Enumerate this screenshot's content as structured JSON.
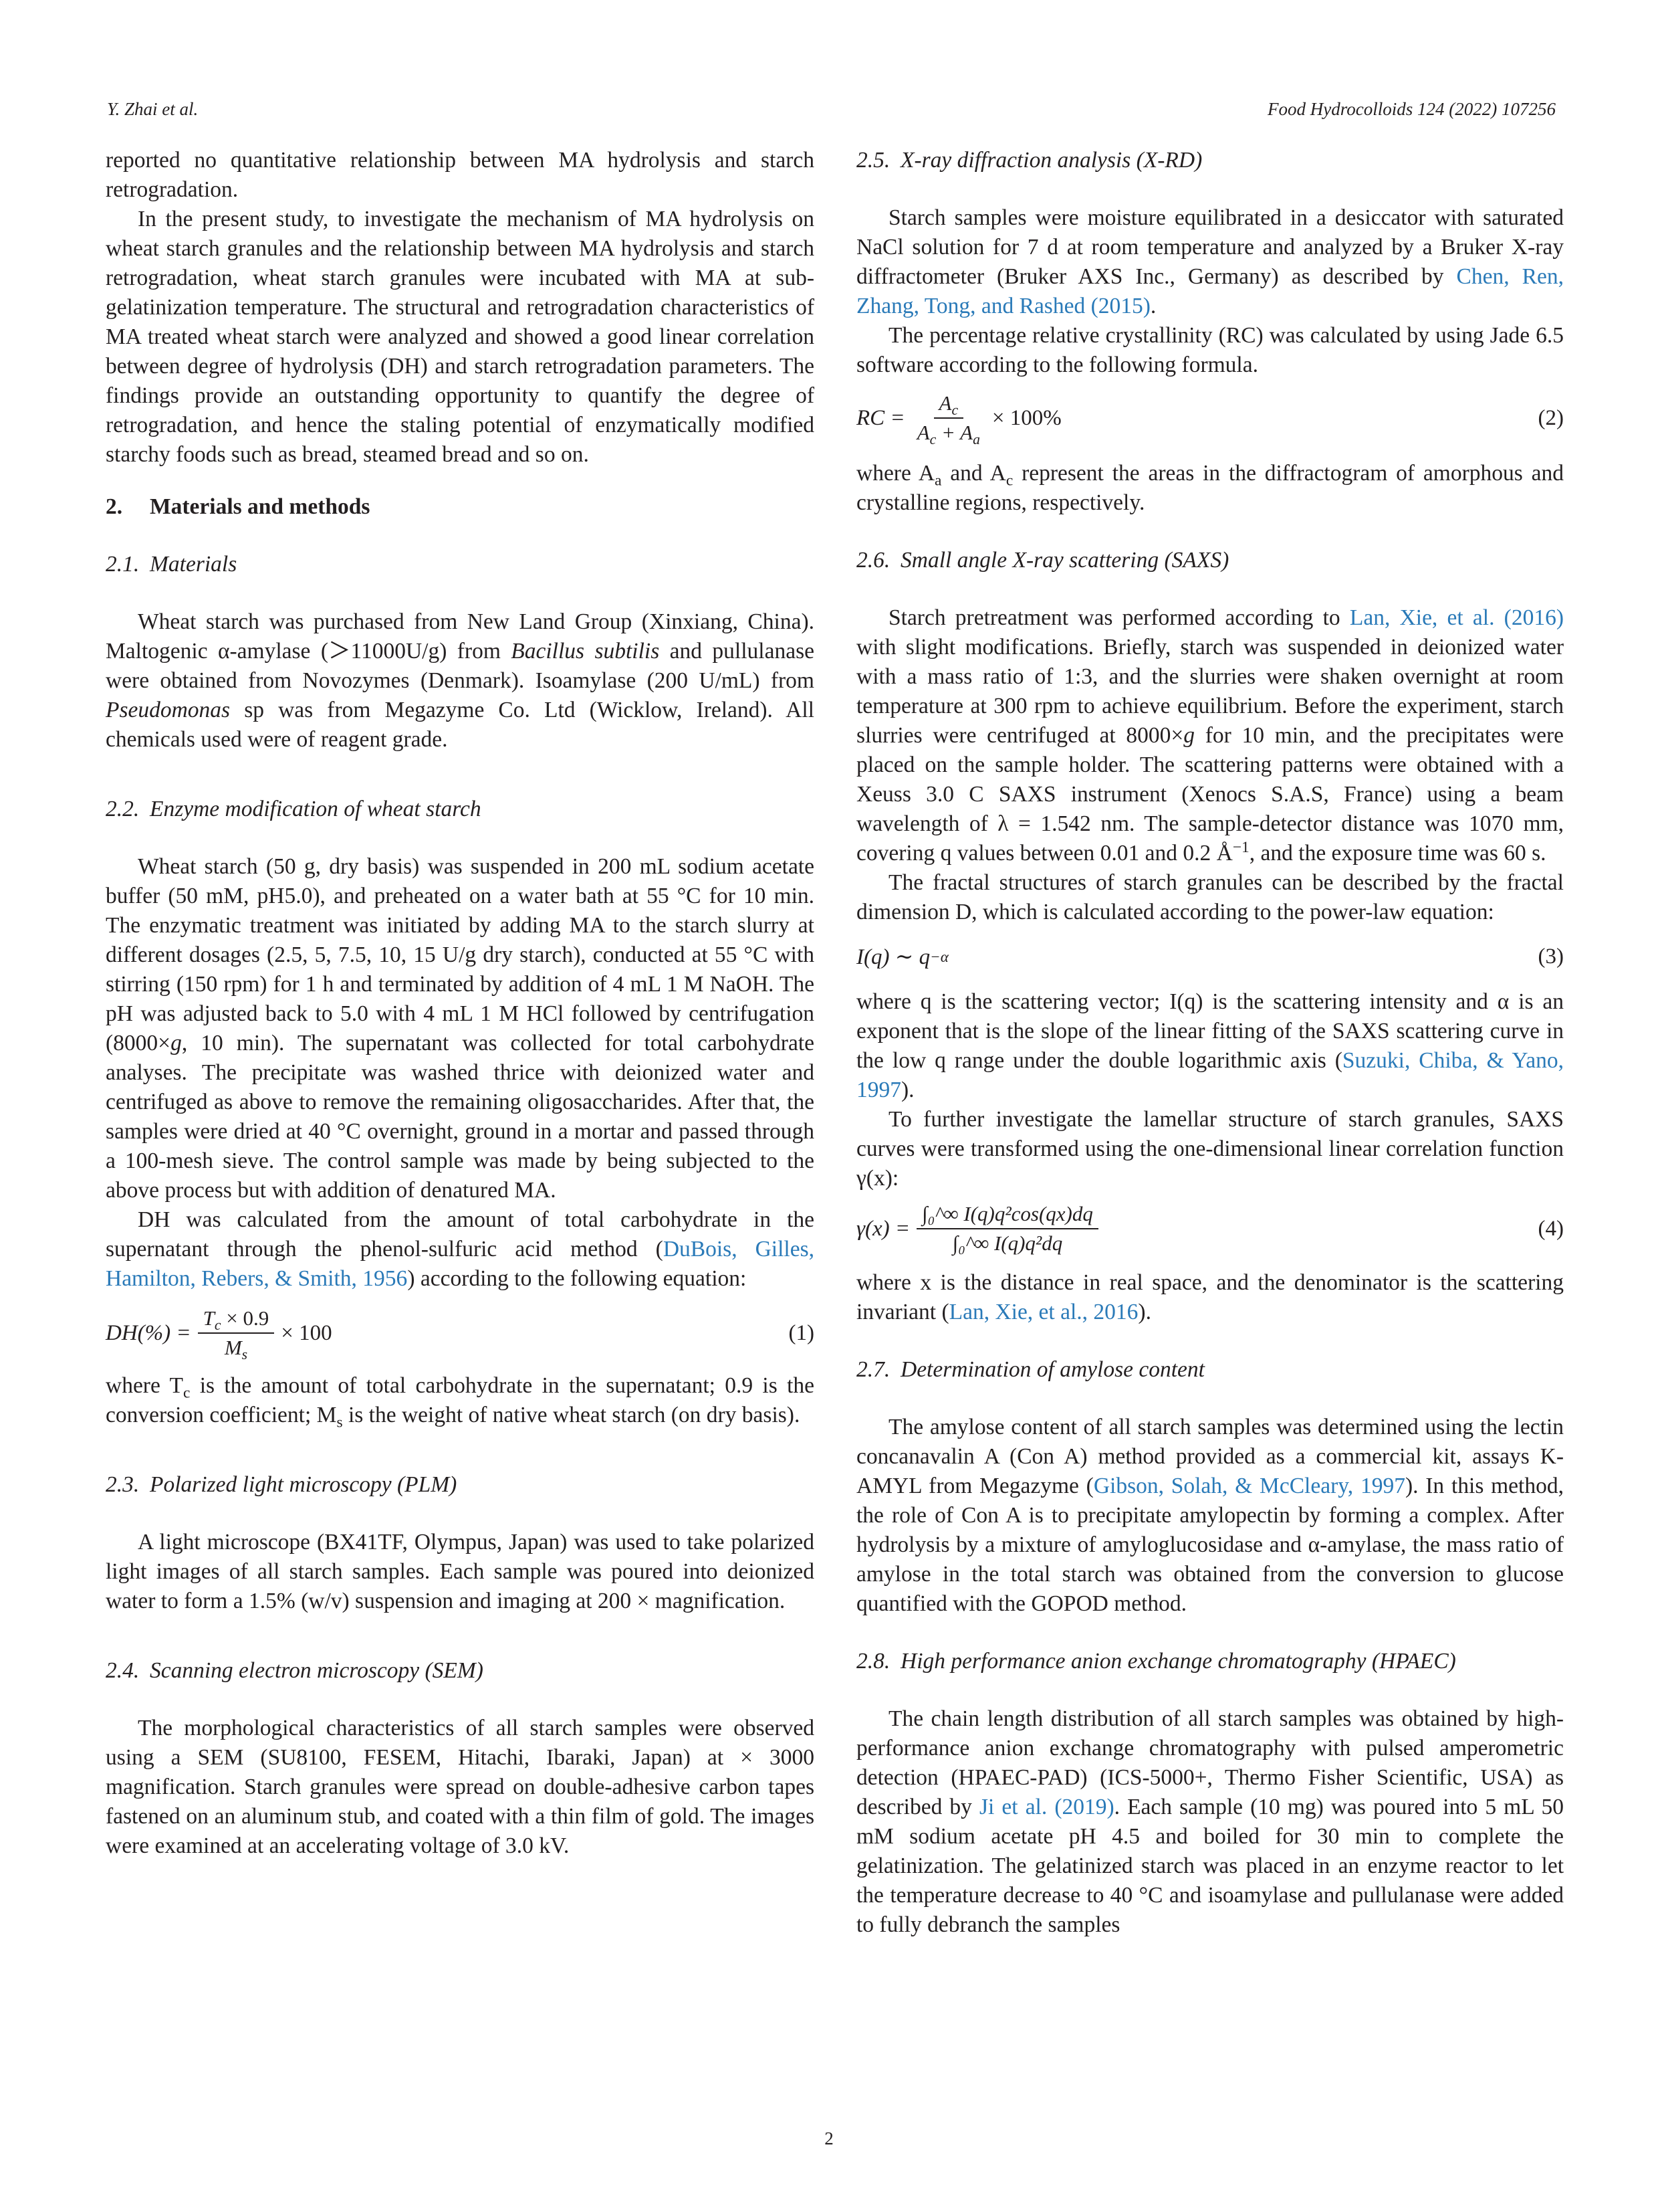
{
  "header": {
    "left": "Y. Zhai et al.",
    "right": "Food Hydrocolloids 124 (2022) 107256"
  },
  "left_col": {
    "p_intro_cont": "reported no quantitative relationship between MA hydrolysis and starch retrogradation.",
    "p_present": "In the present study, to investigate the mechanism of MA hydrolysis on wheat starch granules and the relationship between MA hydrolysis and starch retrogradation, wheat starch granules were incubated with MA at sub-gelatinization temperature. The structural and retrogradation characteristics of MA treated wheat starch were analyzed and showed a good linear correlation between degree of hydrolysis (DH) and starch retrogradation parameters. The findings provide an outstanding opportunity to quantify the degree of retrogradation, and hence the staling potential of enzymatically modified starchy foods such as bread, steamed bread and so on.",
    "sec2_num": "2.",
    "sec2_title": "Materials and methods",
    "s21_num": "2.1.",
    "s21_title": "Materials",
    "p21_a": "Wheat starch was purchased from New Land Group (Xinxiang, China). Maltogenic α-amylase (＞11000U/g) from ",
    "p21_b": "Bacillus subtilis",
    "p21_c": " and pullulanase were obtained from Novozymes (Denmark). Isoamylase (200 U/mL) from ",
    "p21_d": "Pseudomonas",
    "p21_e": " sp was from Megazyme Co. Ltd (Wicklow, Ireland). All chemicals used were of reagent grade.",
    "s22_num": "2.2.",
    "s22_title": "Enzyme modification of wheat starch",
    "p22_a": "Wheat starch (50 g, dry basis) was suspended in 200 mL sodium acetate buffer (50 mM, pH5.0), and preheated on a water bath at 55 °C for 10 min. The enzymatic treatment was initiated by adding MA to the starch slurry at different dosages (2.5, 5, 7.5, 10, 15 U/g dry starch), conducted at 55 °C with stirring (150 rpm) for 1 h and terminated by addition of 4 mL 1 M NaOH. The pH was adjusted back to 5.0 with 4 mL 1 M HCl followed by centrifugation (8000×",
    "p22_g": "g",
    "p22_b": ", 10 min). The supernatant was collected for total carbohydrate analyses. The precipitate was washed thrice with deionized water and centrifuged as above to remove the remaining oligosaccharides. After that, the samples were dried at 40 °C overnight, ground in a mortar and passed through a 100-mesh sieve. The control sample was made by being subjected to the above process but with addition of denatured MA.",
    "p22_dh_a": "DH was calculated from the amount of total carbohydrate in the supernatant through the phenol-sulfuric acid method (",
    "p22_dh_link": "DuBois, Gilles, Hamilton, Rebers, & Smith, 1956",
    "p22_dh_b": ") according to the following equation:",
    "eq1_lhs": "DH(%) =",
    "eq1_num": "T",
    "eq1_num_sub": "c",
    "eq1_num_rest": " × 0.9",
    "eq1_den": "M",
    "eq1_den_sub": "s",
    "eq1_rhs": "× 100",
    "eq1_no": "(1)",
    "p22_where_a": "where T",
    "p22_where_sub1": "c",
    "p22_where_b": " is the amount of total carbohydrate in the supernatant; 0.9 is the conversion coefficient; M",
    "p22_where_sub2": "s",
    "p22_where_c": " is the weight of native wheat starch (on dry basis).",
    "s23_num": "2.3.",
    "s23_title": "Polarized light microscopy (PLM)",
    "p23": "A light microscope (BX41TF, Olympus, Japan) was used to take polarized light images of all starch samples. Each sample was poured into deionized water to form a 1.5% (w/v) suspension and imaging at 200 × magnification.",
    "s24_num": "2.4.",
    "s24_title": "Scanning electron microscopy (SEM)",
    "p24": "The morphological characteristics of all starch samples were observed using a SEM (SU8100, FESEM, Hitachi, Ibaraki, Japan) at × 3000 magnification. Starch granules were spread on double-adhesive carbon tapes fastened on an aluminum stub, and coated with a thin film of gold. The images were examined at an accelerating voltage of 3.0 kV."
  },
  "right_col": {
    "s25_num": "2.5.",
    "s25_title": "X-ray diffraction analysis (X-RD)",
    "p25_a": "Starch samples were moisture equilibrated in a desiccator with saturated NaCl solution for 7 d at room temperature and analyzed by a Bruker X-ray diffractometer (Bruker AXS Inc., Germany) as described by ",
    "p25_link": "Chen, Ren, Zhang, Tong, and Rashed (2015)",
    "p25_b": ".",
    "p25_rc": "The percentage relative crystallinity (RC) was calculated by using Jade 6.5 software according to the following formula.",
    "eq2_lhs": "RC =",
    "eq2_num": "A",
    "eq2_num_sub": "c",
    "eq2_den": "A",
    "eq2_den_sub1": "c",
    "eq2_den_mid": " + A",
    "eq2_den_sub2": "a",
    "eq2_rhs": "× 100%",
    "eq2_no": "(2)",
    "p25_where_a": "where A",
    "p25_where_sub1": "a",
    "p25_where_b": " and A",
    "p25_where_sub2": "c",
    "p25_where_c": " represent the areas in the diffractogram of amorphous and crystalline regions, respectively.",
    "s26_num": "2.6.",
    "s26_title": "Small angle X-ray scattering (SAXS)",
    "p26_a": "Starch pretreatment was performed according to ",
    "p26_link": "Lan, Xie, et al. (2016)",
    "p26_b": " with slight modifications. Briefly, starch was suspended in deionized water with a mass ratio of 1:3, and the slurries were shaken overnight at room temperature at 300 rpm to achieve equilibrium. Before the experiment, starch slurries were centrifuged at 8000×",
    "p26_g": "g",
    "p26_c": " for 10 min, and the precipitates were placed on the sample holder. The scattering patterns were obtained with a Xeuss 3.0 C SAXS instrument (Xenocs S.A.S, France) using a beam wavelength of λ = 1.542 nm. The sample-detector distance was 1070 mm, covering q values between 0.01 and 0.2 Å",
    "p26_sup": "−1",
    "p26_d": ", and the exposure time was 60 s.",
    "p26_fractal": "The fractal structures of starch granules can be described by the fractal dimension D, which is calculated according to the power-law equation:",
    "eq3_lhs": "I(q) ∼ q",
    "eq3_sup": "−α",
    "eq3_no": "(3)",
    "p26_where_a": "where q is the scattering vector; I(q) is the scattering intensity and α is an exponent that is the slope of the linear fitting of the SAXS scattering curve in the low q range under the double logarithmic axis (",
    "p26_where_link": "Suzuki, Chiba, & Yano, 1997",
    "p26_where_b": ").",
    "p26_lam": "To further investigate the lamellar structure of starch granules, SAXS curves were transformed using the one-dimensional linear correlation function γ(x):",
    "eq4_lhs": "γ(x) =",
    "eq4_num": "∫₀^∞ I(q)q²cos(qx)dq",
    "eq4_den": "∫₀^∞ I(q)q²dq",
    "eq4_no": "(4)",
    "p26_x_a": "where x is the distance in real space, and the denominator is the scattering invariant (",
    "p26_x_link": "Lan, Xie, et al., 2016",
    "p26_x_b": ").",
    "s27_num": "2.7.",
    "s27_title": "Determination of amylose content",
    "p27_a": "The amylose content of all starch samples was determined using the lectin concanavalin A (Con A) method provided as a commercial kit, assays K-AMYL from Megazyme (",
    "p27_link": "Gibson, Solah, & McCleary, 1997",
    "p27_b": "). In this method, the role of Con A is to precipitate amylopectin by forming a complex. After hydrolysis by a mixture of amyloglucosidase and α-amylase, the mass ratio of amylose in the total starch was obtained from the conversion to glucose quantified with the GOPOD method.",
    "s28_num": "2.8.",
    "s28_title": "High performance anion exchange chromatography (HPAEC)",
    "p28_a": "The chain length distribution of all starch samples was obtained by high-performance anion exchange chromatography with pulsed amperometric detection (HPAEC-PAD) (ICS-5000+, Thermo Fisher Scientific, USA) as described by ",
    "p28_link": "Ji et al. (2019)",
    "p28_b": ". Each sample (10 mg) was poured into 5 mL 50 mM sodium acetate pH 4.5 and boiled for 30 min to complete the gelatinization. The gelatinized starch was placed in an enzyme reactor to let the temperature decrease to 40 °C and isoamylase and pullulanase were added to fully debranch the samples"
  },
  "page_number": "2",
  "colors": {
    "text": "#231f20",
    "link": "#2a7ab8"
  }
}
